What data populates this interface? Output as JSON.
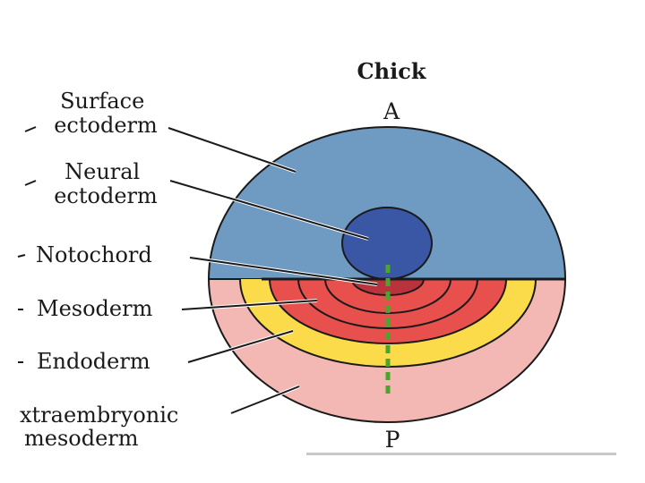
{
  "title": "Chick",
  "axis": {
    "anterior": "A",
    "posterior": "P"
  },
  "labels": {
    "surface_ectoderm": [
      "Surface",
      "ectoderm"
    ],
    "neural_ectoderm": [
      "Neural",
      "ectoderm"
    ],
    "notochord": "Notochord",
    "mesoderm": "Mesoderm",
    "endoderm": "Endoderm",
    "extraembryonic_mesoderm": [
      "xtraembryonic",
      "mesoderm"
    ]
  },
  "colors": {
    "surface_ectoderm": "#6f9ac2",
    "neural_ectoderm": "#3a57a6",
    "notochord": "#b8333c",
    "mesoderm": "#e8504e",
    "endoderm": "#fbdb4a",
    "extraembryonic_mesoderm": "#f4b8b4",
    "midline": "#4aa52c"
  }
}
